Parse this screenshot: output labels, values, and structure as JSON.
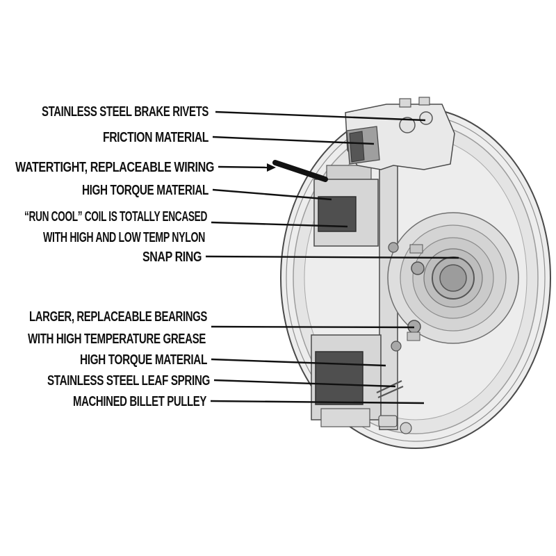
{
  "diagram": {
    "type": "technical-callout-diagram",
    "colors": {
      "ink": "#101010",
      "metal_light": "#ededed",
      "metal_mid": "#d6d6d6",
      "coil_dark": "#4f4f4f",
      "wire_black": "#121212"
    },
    "callouts": [
      {
        "id": "brake-rivets",
        "lines": [
          "STAINLESS STEEL BRAKE RIVETS"
        ]
      },
      {
        "id": "friction-material",
        "lines": [
          "FRICTION MATERIAL"
        ]
      },
      {
        "id": "wiring",
        "lines": [
          "WATERTIGHT, REPLACEABLE WIRING"
        ]
      },
      {
        "id": "torque-top",
        "lines": [
          "HIGH TORQUE MATERIAL"
        ]
      },
      {
        "id": "run-cool-coil",
        "lines": [
          "“RUN COOL” COIL IS TOTALLY ENCASED",
          "WITH HIGH AND LOW TEMP NYLON"
        ]
      },
      {
        "id": "snap-ring",
        "lines": [
          "SNAP RING"
        ]
      },
      {
        "id": "bearings",
        "lines": [
          "LARGER, REPLACEABLE BEARINGS",
          "WITH HIGH TEMPERATURE GREASE"
        ]
      },
      {
        "id": "torque-bottom",
        "lines": [
          "HIGH TORQUE MATERIAL"
        ]
      },
      {
        "id": "leaf-spring",
        "lines": [
          "STAINLESS STEEL LEAF SPRING"
        ]
      },
      {
        "id": "billet-pulley",
        "lines": [
          "MACHINED BILLET PULLEY"
        ]
      }
    ]
  }
}
